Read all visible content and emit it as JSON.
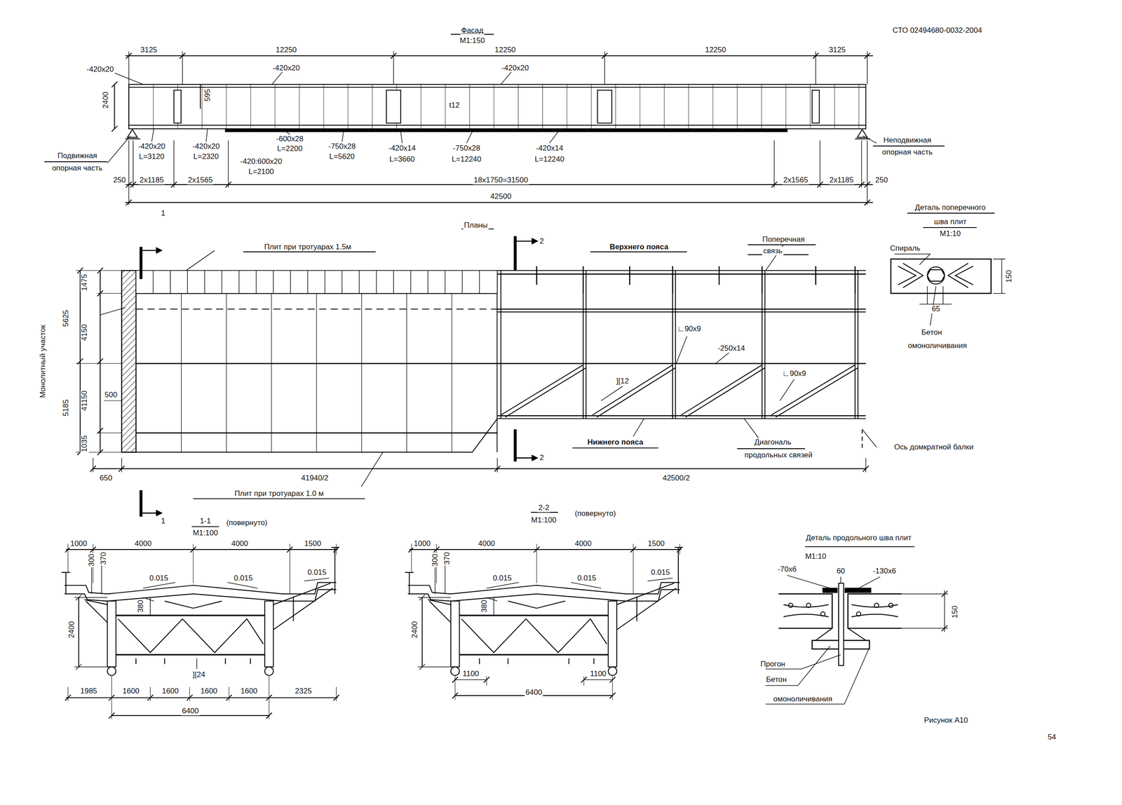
{
  "diagram": {
    "labels": [
      "Фасад",
      "М1:150",
      "СТО 02494680-0032-2004",
      "3125",
      "12250",
      "12250",
      "12250",
      "3125",
      "-420x20",
      "-420x20",
      "-420x20",
      "2400",
      "595",
      "t12",
      "-420x20",
      "L=3120",
      "-420x20",
      "L=2320",
      "-600x28",
      "L=2200",
      "-420:600x20",
      "L=2100",
      "-750x28",
      "L=5620",
      "-420x14",
      "L=3660",
      "-750x28",
      "L=12240",
      "-420x14",
      "L=12240",
      "Подвижная",
      "опорная часть",
      "Неподвижная",
      "опорная часть",
      "250",
      "2x1185",
      "2x1565",
      "18x1750=31500",
      "2x1565",
      "2x1185",
      "250",
      "42500",
      "Планы",
      "1",
      "2",
      "Плит при тротуарах 1.5м",
      "Верхнего пояса",
      "Поперечная",
      "связь",
      "Деталь поперечного",
      "шва плит",
      "М1:10",
      "Спираль",
      "150",
      "65",
      "Бетон",
      "омоноличивания",
      "Монолитный участок",
      "1475",
      "5625",
      "4150",
      "500",
      "5185",
      "41150",
      "1035",
      "∟90x9",
      "-250x14",
      "][12",
      "∟90x9",
      "Нижнего пояса",
      "Диагональ",
      "продольных связей",
      "Ось домкратной балки",
      "2",
      "650",
      "41940/2",
      "42500/2",
      "Плит при тротуарах 1.0 м",
      "1",
      "1-1",
      "М1:100",
      "(повернуто)",
      "2-2",
      "М1:100",
      "(повернуто)",
      "1000",
      "4000",
      "4000",
      "1500",
      "300",
      "370",
      "0.015",
      "0.015",
      "0.015",
      "380",
      "2400",
      "][24",
      "1985",
      "1600",
      "1600",
      "1600",
      "1600",
      "2325",
      "6400",
      "1000",
      "4000",
      "4000",
      "1500",
      "300",
      "370",
      "0.015",
      "0.015",
      "0.015",
      "380",
      "2400",
      "1100",
      "1100",
      "6400",
      "Деталь продольного шва плит",
      "М1:10",
      "-70x6",
      "60",
      "-130x6",
      "150",
      "Прогон",
      "Бетон",
      "омоноличивания",
      "Рисунок А10",
      "54"
    ]
  }
}
